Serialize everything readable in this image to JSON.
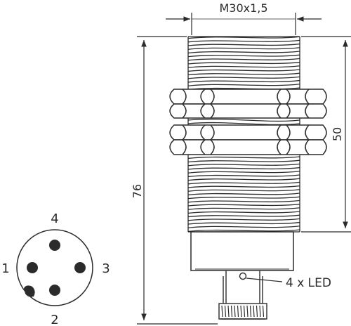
{
  "dimensions": {
    "thread_label": "M30x1,5",
    "total_length": "76",
    "thread_length": "50"
  },
  "connector": {
    "pins": [
      "1",
      "2",
      "3",
      "4"
    ]
  },
  "led_label": "4 x LED",
  "colors": {
    "line": "#2b2b2b",
    "fill": "#ffffff"
  }
}
